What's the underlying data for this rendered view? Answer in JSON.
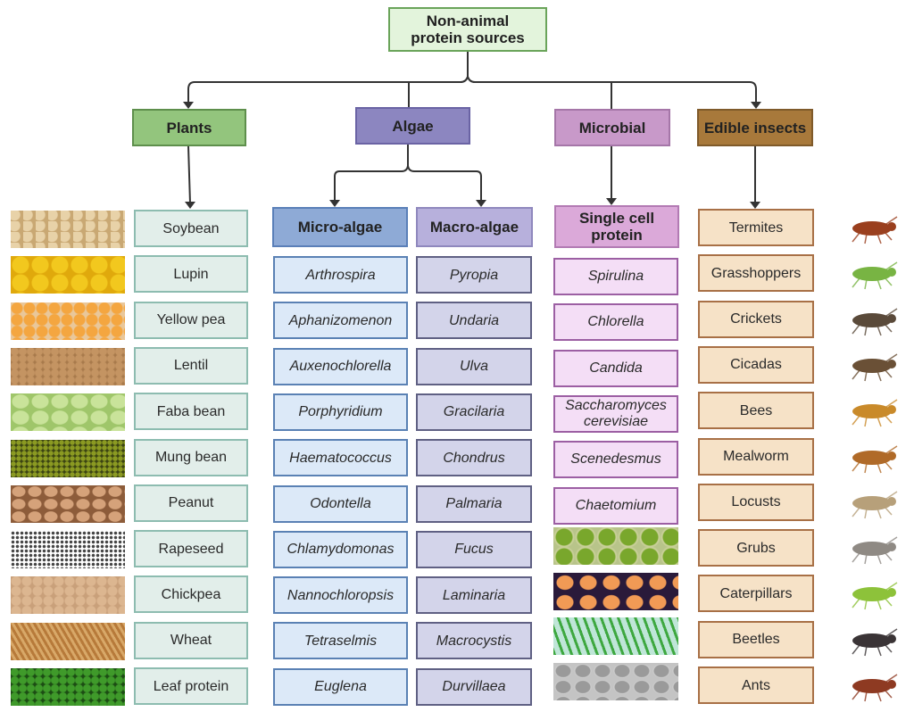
{
  "diagram": {
    "root": {
      "label": "Non-animal protein sources"
    },
    "categories": [
      {
        "label": "Plants",
        "color": "#93c57d"
      },
      {
        "label": "Algae",
        "color": "#8c86c0"
      },
      {
        "label": "Microbial",
        "color": "#c899c9"
      },
      {
        "label": "Edible insects",
        "color": "#a8793b"
      }
    ],
    "plants": {
      "items": [
        "Soybean",
        "Lupin",
        "Yellow pea",
        "Lentil",
        "Faba bean",
        "Mung bean",
        "Peanut",
        "Rapeseed",
        "Chickpea",
        "Wheat",
        "Leaf protein"
      ],
      "image_icons": [
        "soybean-photo",
        "lupin-photo",
        "yellow-pea-photo",
        "lentil-photo",
        "faba-bean-photo",
        "mung-bean-photo",
        "peanut-photo",
        "rapeseed-photo",
        "chickpea-photo",
        "wheat-photo",
        "leaf-protein-photo"
      ]
    },
    "algae": {
      "micro": {
        "label": "Micro-algae",
        "items": [
          "Arthrospira",
          "Aphanizomenon",
          "Auxenochlorella",
          "Porphyridium",
          "Haematococcus",
          "Odontella",
          "Chlamydomonas",
          "Nannochloropsis",
          "Tetraselmis",
          "Euglena"
        ]
      },
      "macro": {
        "label": "Macro-algae",
        "items": [
          "Pyropia",
          "Undaria",
          "Ulva",
          "Gracilaria",
          "Chondrus",
          "Palmaria",
          "Fucus",
          "Laminaria",
          "Macrocystis",
          "Durvillaea"
        ]
      }
    },
    "microbial": {
      "scp": {
        "label": "Single cell protein",
        "items": [
          "Spirulina",
          "Chlorella",
          "Candida",
          "Saccharomyces cerevisiae",
          "Scenedesmus",
          "Chaetomium"
        ]
      },
      "image_icons": [
        "algae-cells-micrograph",
        "yeast-cells-micrograph",
        "filamentous-cyanobacteria-micrograph",
        "fungal-cells-micrograph"
      ]
    },
    "insects": {
      "items": [
        "Termites",
        "Grasshoppers",
        "Crickets",
        "Cicadas",
        "Bees",
        "Mealworm",
        "Locusts",
        "Grubs",
        "Caterpillars",
        "Beetles",
        "Ants"
      ],
      "image_icons": [
        "termite-photo",
        "grasshopper-photo",
        "cricket-photo",
        "cicada-photo",
        "bee-photo",
        "mealworm-photo",
        "locust-photo",
        "grub-photo",
        "caterpillar-photo",
        "beetle-photo",
        "ant-photo"
      ]
    }
  }
}
